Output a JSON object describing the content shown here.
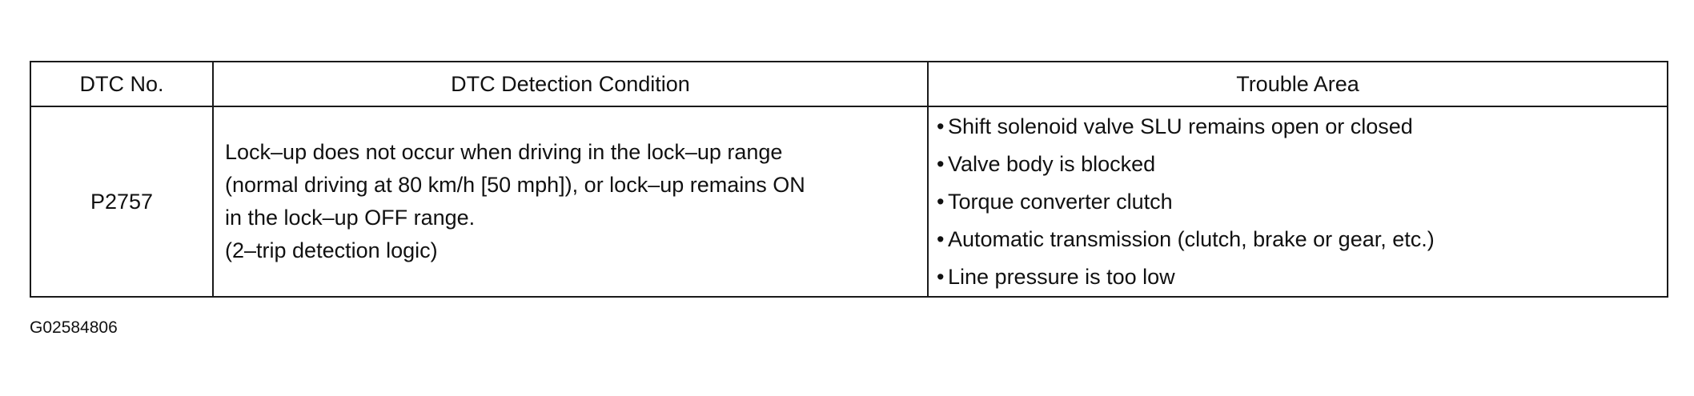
{
  "table": {
    "headers": {
      "dtc_no": "DTC No.",
      "detection_condition": "DTC Detection Condition",
      "trouble_area": "Trouble Area"
    },
    "rows": [
      {
        "dtc_no": "P2757",
        "detection_condition_lines": [
          "Lock–up does not occur when driving in the lock–up range",
          "(normal driving at 80 km/h [50 mph]), or lock–up remains ON",
          "in the lock–up OFF range.",
          "(2–trip detection logic)"
        ],
        "trouble_area": [
          "Shift solenoid valve SLU remains open or closed",
          "Valve body is blocked",
          "Torque converter clutch",
          "Automatic transmission (clutch, brake or gear, etc.)",
          "Line pressure is too low"
        ]
      }
    ]
  },
  "figure_id": "G02584806"
}
